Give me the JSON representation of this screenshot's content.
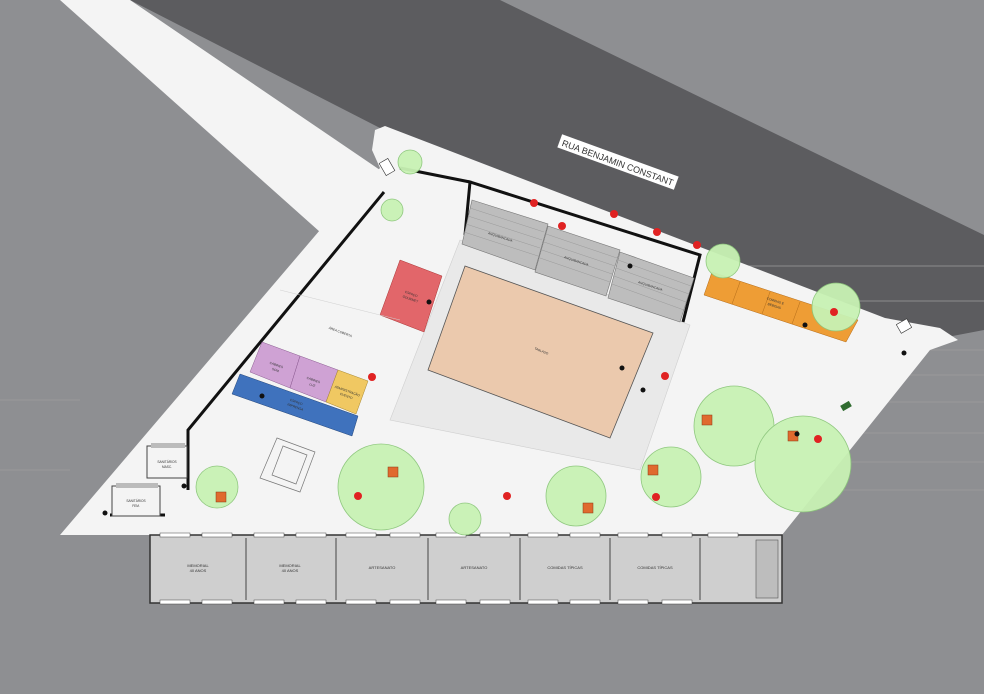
{
  "street": {
    "name": "RUA BENJAMIN CONSTANT"
  },
  "colors": {
    "background": "#8e8f92",
    "road": "#5c5c5f",
    "ground": "#f4f4f4",
    "stage": "#ebc9ad",
    "tree_canopy": "#c8f2b4",
    "marker_red": "#e02222",
    "marker_orange": "#e06a2e",
    "orange_booths": "#ee9d35",
    "red_zone": "#e2666a",
    "purple_zone": "#cfa2d4",
    "yellow_zone": "#f0c862",
    "blue_zone": "#3f72bd",
    "building": "#cfcfcf",
    "bleachers": "#bdbdbd"
  },
  "legend_icons": [
    "tree-icon",
    "extinguisher-icon",
    "exit-icon",
    "restroom-icon"
  ],
  "zones": {
    "stage": "TABLADO",
    "bleacher_1": "ARQUIBANCADA",
    "bleacher_2": "ARQUIBANCADA",
    "bleacher_3": "ARQUIBANCADA",
    "red_zone_line1": "ESPAÇO",
    "red_zone_line2": "GOURMET",
    "orange_zone_line1": "COMIDAS E",
    "orange_zone_line2": "BEBIDAS",
    "purple_1_line1": "CABINES",
    "purple_1_line2": "SOM",
    "purple_2_line1": "CABINES",
    "purple_2_line2": "LUZ",
    "yellow_line1": "ADMINISTRAÇÃO",
    "yellow_line2": "EVENTO",
    "blue_line1": "ESPAÇO",
    "blue_line2": "IMPRENSA",
    "open_area": "ÁREA COBERTA",
    "wc_upper_line1": "SANITÁRIOS",
    "wc_upper_line2": "MASC.",
    "wc_lower_line1": "SANITÁRIOS",
    "wc_lower_line2": "FEM."
  },
  "building_rooms": [
    {
      "line1": "MEMORIAL",
      "line2": "40 ANOS"
    },
    {
      "line1": "MEMORIAL",
      "line2": "40 ANOS"
    },
    {
      "line1": "ARTESANATO",
      "line2": ""
    },
    {
      "line1": "ARTESANATO",
      "line2": ""
    },
    {
      "line1": "COMIDAS TÍPICAS",
      "line2": ""
    },
    {
      "line1": "COMIDAS TÍPICAS",
      "line2": ""
    }
  ]
}
